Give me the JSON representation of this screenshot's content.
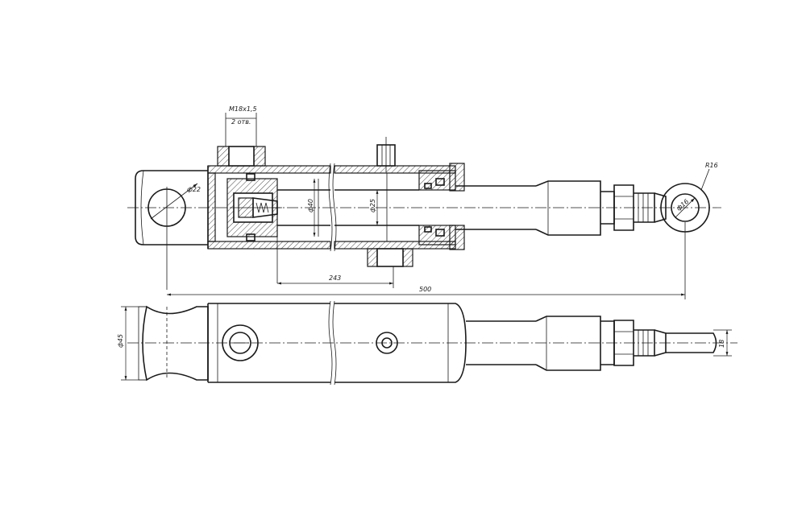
{
  "drawing": {
    "labels": {
      "thread": "M18x1,5",
      "holes": "2 отв.",
      "dia_pin": "ф22",
      "dia_bore": "ф40",
      "dia_rod": "ф25",
      "radius_eye": "R16",
      "dia_eye_hole": "ф16",
      "stroke_length": "243",
      "overall_length": "500",
      "dia_body": "ф45",
      "width_eye": "18"
    }
  }
}
